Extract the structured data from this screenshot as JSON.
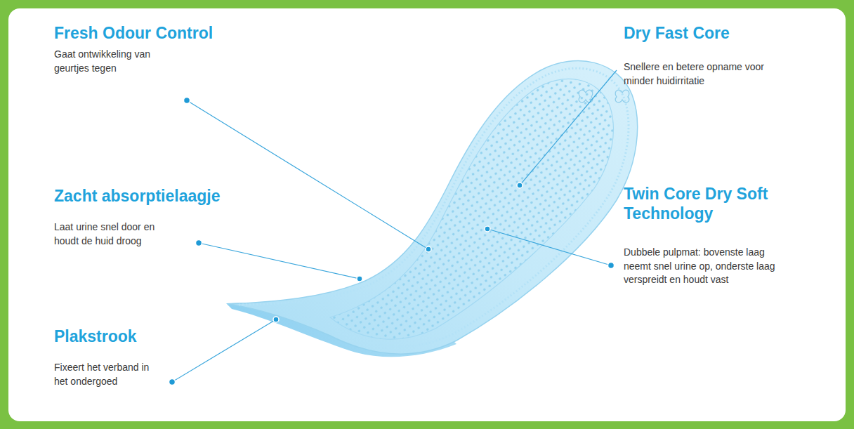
{
  "diagram": {
    "labels": [
      "Fresh Odour Control",
      "Gaat ontwikkeling van geurtjes tegen",
      "Zacht absorptielaagje",
      "Laat urine snel door en houdt de huid droog",
      "Plakstrook",
      "Fixeert het verband in het ondergoed",
      "Dry Fast Core",
      "Snellere en betere opname voor minder huidirritatie",
      "Twin Core Dry Soft Technology",
      "Dubbele pulpmat: bovenste laag neemt snel urine op, onderste laag verspreidt en houdt vast"
    ]
  }
}
